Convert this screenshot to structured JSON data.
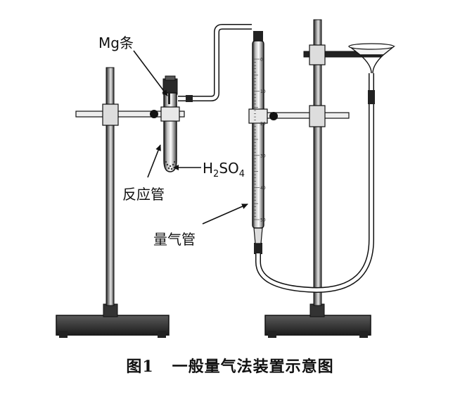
{
  "labels": {
    "mg_strip": "Mg条",
    "reaction_tube": "反应管",
    "acid_main": "H",
    "acid_sub1": "2",
    "acid_mid": "SO",
    "acid_sub2": "4",
    "gas_burette": "量气管"
  },
  "burette_scale": [
    "0",
    "10",
    "20",
    "30",
    "40",
    "50"
  ],
  "caption": {
    "figure_number": "图1",
    "title": "一般量气法装置示意图"
  }
}
